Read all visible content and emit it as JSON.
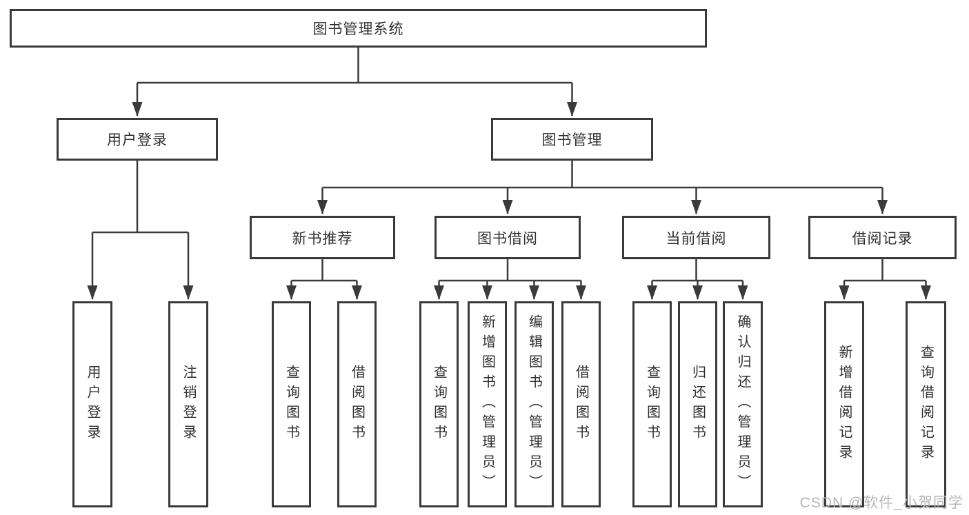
{
  "diagram": {
    "root": {
      "label": "图书管理系统"
    },
    "branches": [
      {
        "label": "用户登录",
        "children": [
          {
            "label": "用户登录"
          },
          {
            "label": "注销登录"
          }
        ]
      },
      {
        "label": "图书管理",
        "children": [
          {
            "label": "新书推荐",
            "children": [
              {
                "label": "查询图书"
              },
              {
                "label": "借阅图书"
              }
            ]
          },
          {
            "label": "图书借阅",
            "children": [
              {
                "label": "查询图书"
              },
              {
                "label": "新增图书（管理员）"
              },
              {
                "label": "编辑图书（管理员）"
              },
              {
                "label": "借阅图书"
              }
            ]
          },
          {
            "label": "当前借阅",
            "children": [
              {
                "label": "查询图书"
              },
              {
                "label": "归还图书"
              },
              {
                "label": "确认归还（管理员）"
              }
            ]
          },
          {
            "label": "借阅记录",
            "children": [
              {
                "label": "新增借阅记录"
              },
              {
                "label": "查询借阅记录"
              }
            ]
          }
        ]
      }
    ]
  },
  "watermark": {
    "text": "CSDN @软件_小贺同学"
  },
  "colors": {
    "line": "#3a3a3a",
    "text": "#2f2f2f",
    "box_background": "#ffffff",
    "page_background": "#ffffff",
    "watermark": "#b5b5b5"
  }
}
